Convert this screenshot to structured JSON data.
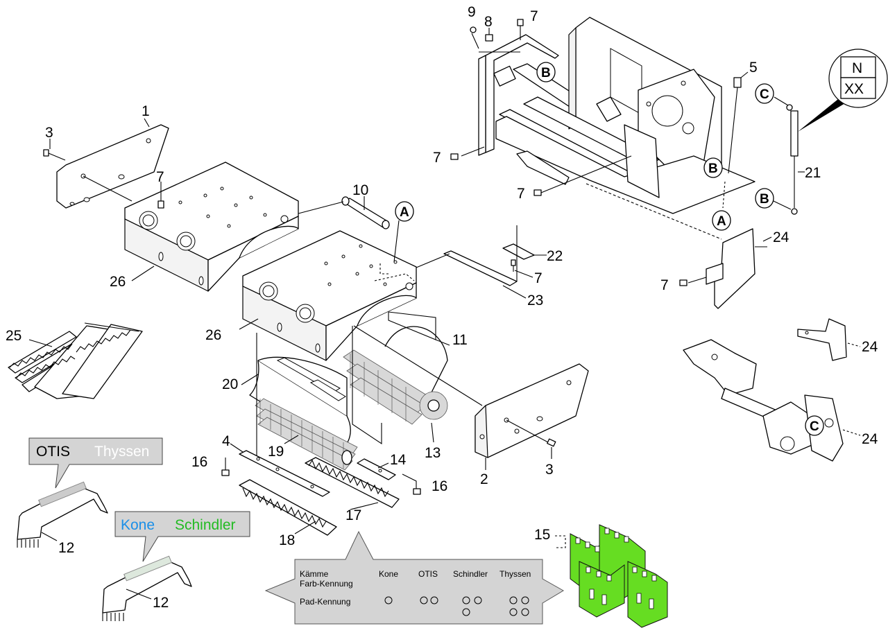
{
  "callouts": {
    "n1": "1",
    "n2": "2",
    "n3a": "3",
    "n3b": "3",
    "n4": "4",
    "n5": "5",
    "n7a": "7",
    "n7b": "7",
    "n7c": "7",
    "n7d": "7",
    "n7e": "7",
    "n7f": "7",
    "n8": "8",
    "n9": "9",
    "n10": "10",
    "n11": "11",
    "n12a": "12",
    "n12b": "12",
    "n13": "13",
    "n14": "14",
    "n15": "15",
    "n16a": "16",
    "n16b": "16",
    "n17": "17",
    "n18": "18",
    "n19": "19",
    "n20": "20",
    "n21": "21",
    "n22": "22",
    "n23": "23",
    "n24a": "24",
    "n24b": "24",
    "n24c": "24",
    "n25": "25",
    "n26a": "26",
    "n26b": "26"
  },
  "refs": {
    "a1": "A",
    "a2": "A",
    "b1": "B",
    "b2": "B",
    "b3": "B",
    "c1": "C",
    "c2": "C"
  },
  "nx_box": {
    "top": "N",
    "bottom": "XX"
  },
  "label_otis": {
    "brand1": "OTIS",
    "brand2": "Thyssen"
  },
  "label_kone": {
    "brand1": "Kone",
    "brand2": "Schindler"
  },
  "legend": {
    "row1_line1": "Kämme",
    "row1_line2": "Farb-Kennung",
    "row2": "Pad-Kennung",
    "brands": [
      "Kone",
      "OTIS",
      "Schindler",
      "Thyssen"
    ]
  },
  "colors": {
    "kone": "#1a8fe8",
    "otis": "#000000",
    "schindler": "#22bb22",
    "thyssen": "#d0d0d0",
    "legend_bg": "#d4d4d4",
    "comb_green": "#66dd22"
  }
}
